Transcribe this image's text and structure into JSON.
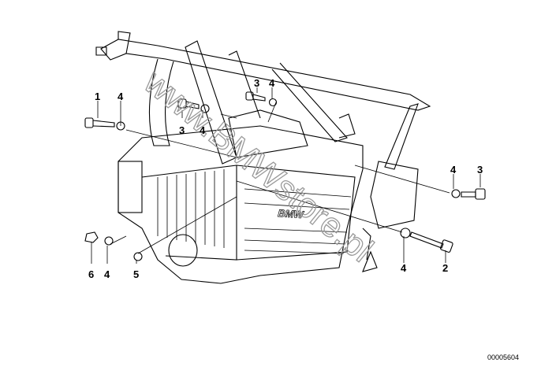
{
  "diagram": {
    "watermark": "www.BMWstore.pl",
    "engine_badge": "BMW",
    "drawing_number": "00005604",
    "callouts": [
      {
        "id": "c1",
        "label": "1"
      },
      {
        "id": "c2",
        "label": "4"
      },
      {
        "id": "c3",
        "label": "3"
      },
      {
        "id": "c4",
        "label": "4"
      },
      {
        "id": "c5",
        "label": "3"
      },
      {
        "id": "c6",
        "label": "4"
      },
      {
        "id": "c7",
        "label": "4"
      },
      {
        "id": "c8",
        "label": "3"
      },
      {
        "id": "c9",
        "label": "4"
      },
      {
        "id": "c10",
        "label": "2"
      },
      {
        "id": "c11",
        "label": "6"
      },
      {
        "id": "c12",
        "label": "4"
      },
      {
        "id": "c13",
        "label": "5"
      }
    ]
  }
}
